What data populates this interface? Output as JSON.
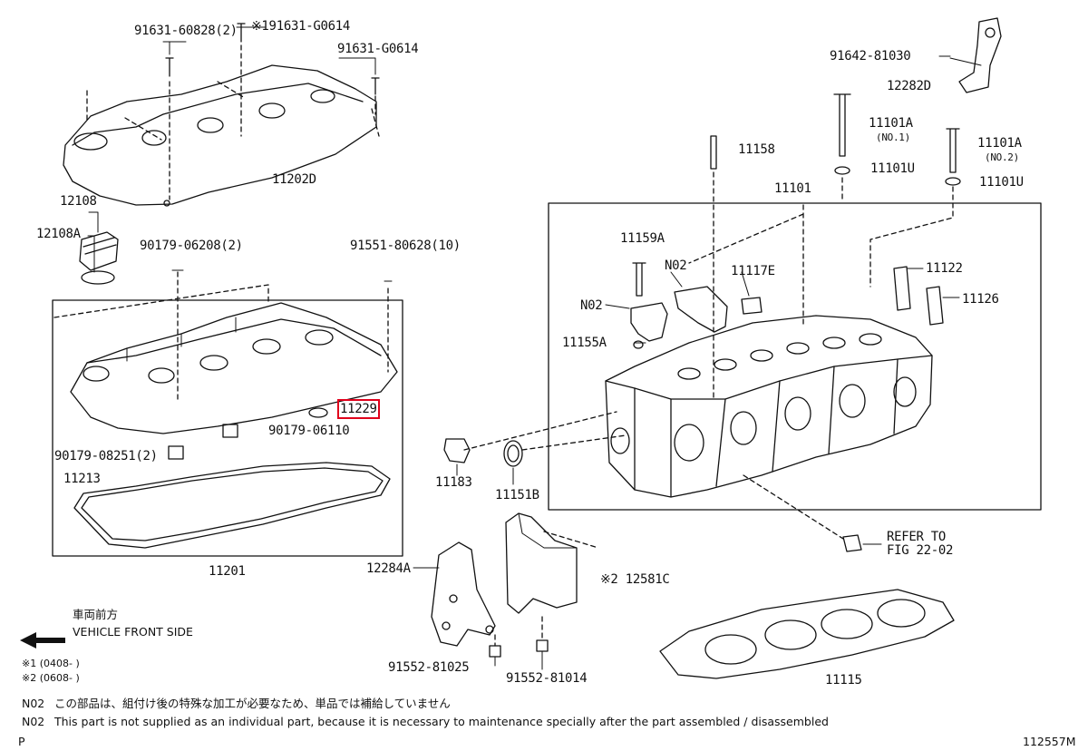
{
  "labels": {
    "p91631_60828": "91631-60828(2)",
    "p91631_g0614_a": "※191631-G0614",
    "p91631_g0614_b": "91631-G0614",
    "p11202d": "11202D",
    "p12108": "12108",
    "p12108a": "12108A",
    "p90179_06208": "90179-06208(2)",
    "p91551_80628": "91551-80628(10)",
    "p11229": "11229",
    "p90179_06110": "90179-06110",
    "p90179_08251": "90179-08251(2)",
    "p11213": "11213",
    "p11201": "11201",
    "p91642_81030": "91642-81030",
    "p12282d": "12282D",
    "p11101a_1": "11101A",
    "no1": "(NO.1)",
    "p11158": "11158",
    "p11101u_1": "11101U",
    "p11101a_2": "11101A",
    "no2": "(NO.2)",
    "p11101u_2": "11101U",
    "p11101": "11101",
    "p11159a": "11159A",
    "n02_a": "N02",
    "p11117e": "11117E",
    "p11122": "11122",
    "n02_b": "N02",
    "p11126": "11126",
    "p11155a": "11155A",
    "p11183": "11183",
    "p11151b": "11151B",
    "refer": "REFER TO",
    "fig": "FIG 22-02",
    "p12284a": "12284A",
    "p12581c": "※2 12581C",
    "p91552_81025": "91552-81025",
    "p91552_81014": "91552-81014",
    "p11115": "11115"
  },
  "legend": {
    "direction_jp": "車両前方",
    "direction_en": "VEHICLE FRONT SIDE",
    "note1": "※1 (0408-      )",
    "note2": "※2 (0608-      )"
  },
  "footnotes": {
    "jp_code": "N02",
    "jp_text": "この部品は、組付け後の特殊な加工が必要なため、単品では補給していません",
    "en_code": "N02",
    "en_text": "This part is not supplied as an individual part, because it is necessary to maintenance specially after the part assembled / disassembled"
  },
  "corner": {
    "page_mark": "P",
    "figure_id": "112557M"
  },
  "highlight_color": "#e0001b"
}
